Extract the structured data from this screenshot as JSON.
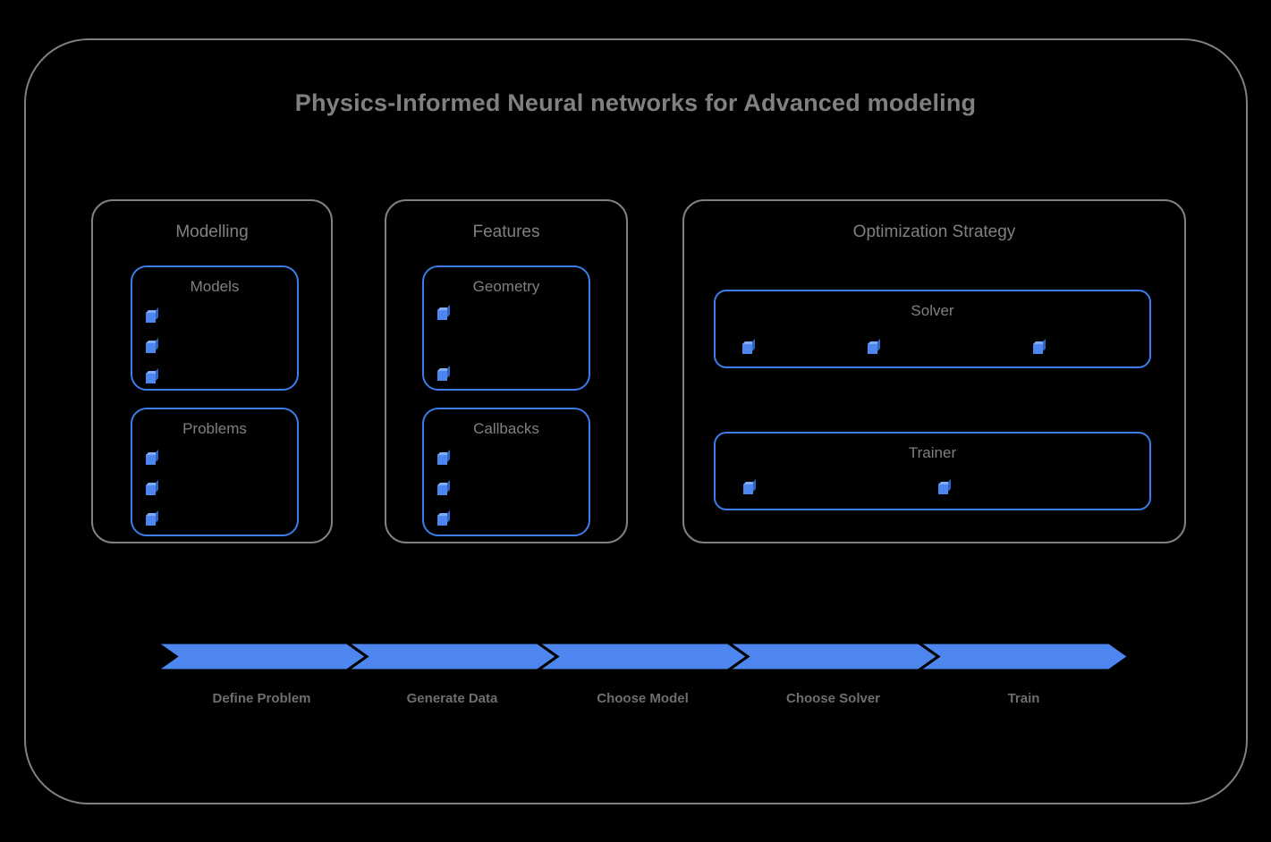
{
  "diagram": {
    "title": "Physics-Informed Neural networks for Advanced modeling",
    "colors": {
      "background": "#000000",
      "frame_border": "#808080",
      "accent_blue": "#3b7dea",
      "cube_blue": "#4d86ef",
      "arrow_blue": "#4d86ef",
      "text_grey": "#808080"
    },
    "groups": [
      {
        "id": "modelling",
        "title": "Modelling",
        "boxes": [
          {
            "id": "models",
            "title": "Models",
            "item_count": 3,
            "item_icon": "cube-icon",
            "layout": "vertical"
          },
          {
            "id": "problems",
            "title": "Problems",
            "item_count": 3,
            "item_icon": "cube-icon",
            "layout": "vertical"
          }
        ]
      },
      {
        "id": "features",
        "title": "Features",
        "boxes": [
          {
            "id": "geometry",
            "title": "Geometry",
            "item_count": 2,
            "item_icon": "cube-icon",
            "layout": "vertical"
          },
          {
            "id": "callbacks",
            "title": "Callbacks",
            "item_count": 3,
            "item_icon": "cube-icon",
            "layout": "vertical"
          }
        ]
      },
      {
        "id": "optimization",
        "title": "Optimization Strategy",
        "boxes": [
          {
            "id": "solver",
            "title": "Solver",
            "item_count": 3,
            "item_icon": "cube-icon",
            "layout": "horizontal"
          },
          {
            "id": "trainer",
            "title": "Trainer",
            "item_count": 2,
            "item_icon": "cube-icon",
            "layout": "horizontal"
          }
        ]
      }
    ],
    "pipeline": {
      "steps": [
        {
          "label": "Define Problem"
        },
        {
          "label": "Generate Data"
        },
        {
          "label": "Choose Model"
        },
        {
          "label": "Choose Solver"
        },
        {
          "label": "Train"
        }
      ]
    }
  }
}
